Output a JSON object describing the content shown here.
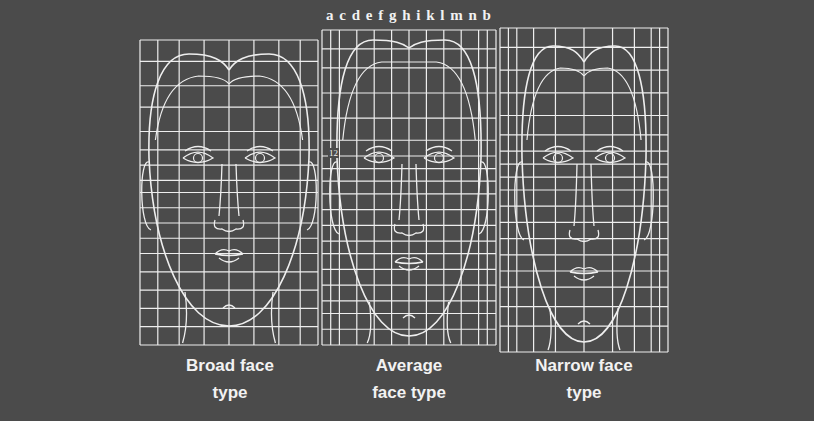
{
  "diagram": {
    "labels": [
      "a c d e f g h i k l m n b",
      "12",
      "Broad face type",
      "Average face type",
      "Narrow face type"
    ]
  }
}
